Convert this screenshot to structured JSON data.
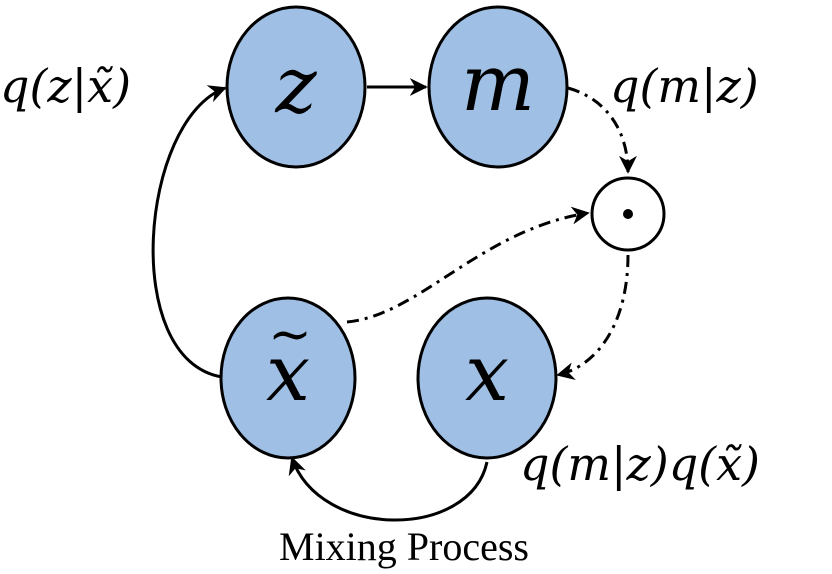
{
  "nodes": {
    "z": {
      "label": "z"
    },
    "m": {
      "label": "m"
    },
    "x_tilde": {
      "label": "x",
      "accent": "~"
    },
    "x": {
      "label": "x"
    },
    "operator": {
      "symbol": "•"
    }
  },
  "labels": {
    "q_z_given_xtilde": "q(z|x̃)",
    "q_m_given_z": "q(m|z)",
    "q_m_given_z_q_xtilde": "q(m|z)q(x̃)",
    "mixing_process": "Mixing Process"
  },
  "colors": {
    "node_fill": "#9fbfe4",
    "stroke": "#000000"
  }
}
